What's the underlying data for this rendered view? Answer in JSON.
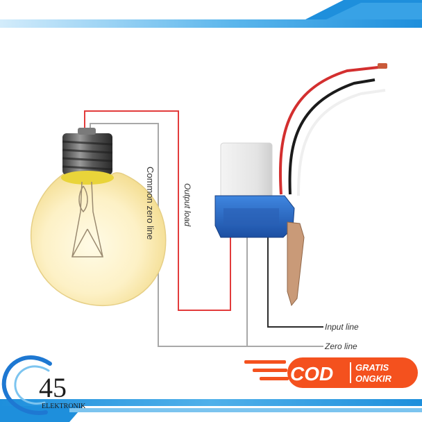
{
  "labels": {
    "common_zero_line": "Common zero line",
    "output_load": "Output load",
    "input_line": "Input line",
    "zero_line": "Zero line"
  },
  "badge": {
    "cod": "COD",
    "gratis": "GRATIS",
    "ongkir": "ONGKIR"
  },
  "logo": {
    "number": "45",
    "caption": "ELEKTRONIK"
  },
  "colors": {
    "banner_blue": "#1e8fdc",
    "badge_orange": "#f4511e",
    "wire_red": "#e23b3b",
    "wire_gray": "#a8a8a8",
    "wire_black": "#2c2c2c",
    "sensor_blue": "#2462b8"
  }
}
